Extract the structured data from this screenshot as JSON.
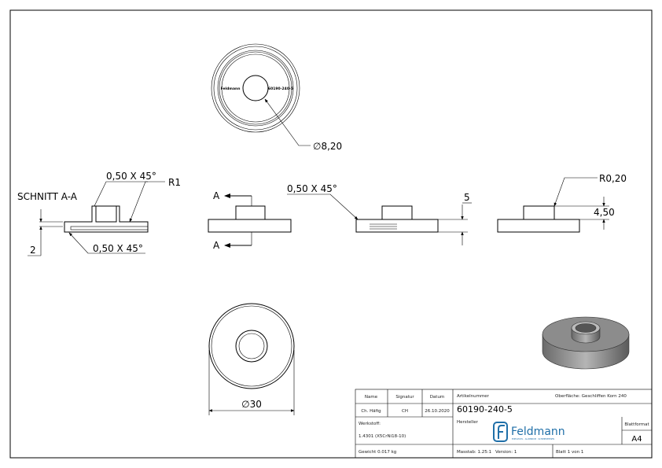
{
  "top_view": {
    "mark_left": "Feldmann",
    "mark_right": "60190-240-5",
    "diameter": "∅8,20"
  },
  "section": {
    "title": "SCHNITT A-A",
    "chamfer_top": "0,50 X 45°",
    "chamfer_bottom": "0,50 X 45°",
    "radius": "R1",
    "height": "2"
  },
  "front_view": {
    "section_label_top": "A",
    "section_label_bottom": "A"
  },
  "side_view": {
    "chamfer": "0,50 X 45°",
    "height": "5"
  },
  "right_view": {
    "radius": "R0,20",
    "height": "4,50"
  },
  "bottom_view": {
    "diameter": "∅30"
  },
  "title_block": {
    "name_header": "Name",
    "signature_header": "Signatur",
    "date_header": "Datum",
    "name": "Ch. Häfig",
    "signature": "CH",
    "date": "26.10.2020",
    "article_label": "Artikelnummer",
    "article_number": "60190-240-5",
    "surface": "Oberfläche: Geschliffen Korn 240",
    "material_label": "Werkstoff:",
    "material": "1.4301 (X5CrNi18-10)",
    "manufacturer_label": "Hersteller",
    "logo_text": "Feldmann",
    "logo_tagline": "EDELSTAHL · ALUMINIUM · SCHMIEDEEISEN",
    "format_label": "Blattformat",
    "format": "A4",
    "weight": "Gewicht 0.017 kg",
    "scale": "Masstab: 1.25:1",
    "version": "Version: 1",
    "sheet": "Blatt 1 von 1"
  },
  "colors": {
    "logo": "#1f6fa8",
    "line": "#000000",
    "part_shade": "#9a9a9a"
  }
}
